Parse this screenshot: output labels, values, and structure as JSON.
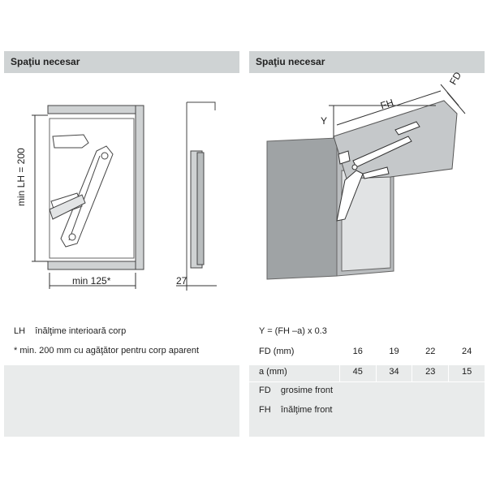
{
  "left": {
    "header": "Spaţiu necesar",
    "labels": {
      "min_lh": "min LH = 200",
      "min_125": "min 125*",
      "dim_27": "27"
    },
    "legend": [
      {
        "abbr": "LH",
        "text": "înălţime interioară corp"
      },
      {
        "abbr": "*",
        "text": "min. 200 mm cu agăţător pentru corp aparent"
      }
    ]
  },
  "right": {
    "header": "Spaţiu necesar",
    "labels": {
      "fd": "FD",
      "fh": "FH",
      "y": "Y"
    },
    "formula": "Y = (FH –a) x 0.3",
    "table": {
      "rows": [
        {
          "label": "FD  (mm)",
          "values": [
            "16",
            "19",
            "22",
            "24"
          ]
        },
        {
          "label": "a   (mm)",
          "values": [
            "45",
            "34",
            "23",
            "15"
          ]
        }
      ]
    },
    "legend": [
      {
        "abbr": "FD",
        "text": "grosime front"
      },
      {
        "abbr": "FH",
        "text": "înălţime front"
      }
    ]
  }
}
